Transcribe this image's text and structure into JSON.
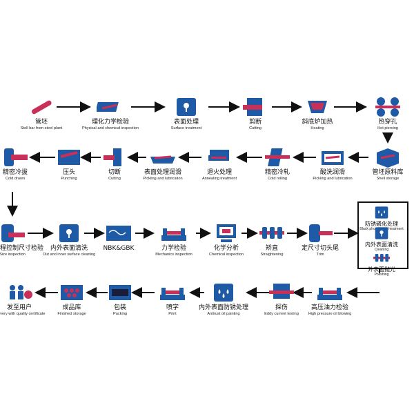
{
  "colors": {
    "blue": "#1e5aa6",
    "magenta": "#c8305a",
    "arrow": "#111"
  },
  "row1": [
    {
      "id": "steel-bar",
      "icon": "steel-bar-icon",
      "zh": "管坯",
      "en": "Stell bar from steel plant"
    },
    {
      "id": "physical-chemical",
      "icon": "bars-icon",
      "zh": "理化力学检验",
      "en": "Physical and chemical inspection"
    },
    {
      "id": "surface-treatment",
      "icon": "drop-icon",
      "zh": "表面处理",
      "en": "Surface treatment"
    },
    {
      "id": "cutting-1",
      "icon": "cut-block-icon",
      "zh": "剪断",
      "en": "Cutting"
    },
    {
      "id": "heating",
      "icon": "furnace-icon",
      "zh": "斜底炉加热",
      "en": "Heating"
    },
    {
      "id": "hot-piercing",
      "icon": "piercing-icon",
      "zh": "热穿孔",
      "en": "Hot piercing"
    }
  ],
  "row2": [
    {
      "id": "cold-drawn",
      "icon": "drawn-icon",
      "zh": "精密冷拔",
      "en": "Cold drawn"
    },
    {
      "id": "punching",
      "icon": "punch-icon",
      "zh": "压头",
      "en": "Punching"
    },
    {
      "id": "cutting-2",
      "icon": "cut-icon",
      "zh": "切断",
      "en": "Cutting"
    },
    {
      "id": "lubrication",
      "icon": "tray-icon",
      "zh": "表面处理润滑",
      "en": "Pickling and lubrication"
    },
    {
      "id": "annealing",
      "icon": "stack-icon",
      "zh": "退火处理",
      "en": "Annealing treatment"
    },
    {
      "id": "cold-rolling",
      "icon": "rolling-icon",
      "zh": "精密冷轧",
      "en": "Cold rolling"
    },
    {
      "id": "pickling",
      "icon": "bath-icon",
      "zh": "酸洗润滑",
      "en": "Pickling and lubrication"
    },
    {
      "id": "shell-storage",
      "icon": "shell-icon",
      "zh": "管坯原料库",
      "en": "Shell storage"
    }
  ],
  "row3": [
    {
      "id": "size-inspection",
      "icon": "gauge-icon",
      "zh": "生产过程控制尺寸检验",
      "en": "Size inspection"
    },
    {
      "id": "cleaning-1",
      "icon": "drop-icon",
      "zh": "内外表面清洗",
      "en": "Out and inner surface cleaning"
    },
    {
      "id": "nbk-gbk",
      "icon": "wave-icon",
      "zh": "NBK&GBK",
      "en": ""
    },
    {
      "id": "mechanics",
      "icon": "machine-icon",
      "zh": "力学检验",
      "en": "Mechanics inspection"
    },
    {
      "id": "chemical",
      "icon": "monitor-icon",
      "zh": "化学分析",
      "en": "Chemical inspection"
    },
    {
      "id": "straightening",
      "icon": "rollers-icon",
      "zh": "矫直",
      "en": "Straightening"
    },
    {
      "id": "trim",
      "icon": "trim-icon",
      "zh": "定尺寸切头尾",
      "en": "Trim"
    }
  ],
  "side": [
    {
      "id": "black-phosphated",
      "icon": "drops-icon",
      "zh": "防锈磷化处理",
      "en": "Black phorphated heatment"
    },
    {
      "id": "cleaning-2",
      "icon": "drop-icon",
      "zh": "内外表面清洗",
      "en": "Cleaning"
    },
    {
      "id": "polishing",
      "icon": "rollers-icon",
      "zh": "外表面抛光",
      "en": "Poilshing"
    }
  ],
  "row4": [
    {
      "id": "delivery",
      "icon": "people-icon",
      "zh": "发至用户",
      "en": "Delivery with quality certificate"
    },
    {
      "id": "finished-storage",
      "icon": "bundle-icon",
      "zh": "成品库",
      "en": "Finished storage"
    },
    {
      "id": "packing",
      "icon": "pack-icon",
      "zh": "包装",
      "en": "Packing"
    },
    {
      "id": "print",
      "icon": "machine-icon",
      "zh": "喷字",
      "en": "Print"
    },
    {
      "id": "antirust",
      "icon": "drops-icon",
      "zh": "内外表面防锈处理",
      "en": "Antirust oil painting"
    },
    {
      "id": "eddy",
      "icon": "eddy-icon",
      "zh": "探伤",
      "en": "Eddy current testing"
    },
    {
      "id": "blowing",
      "icon": "machine-icon",
      "zh": "高压油力检验",
      "en": "High pressure oil blowing"
    }
  ]
}
